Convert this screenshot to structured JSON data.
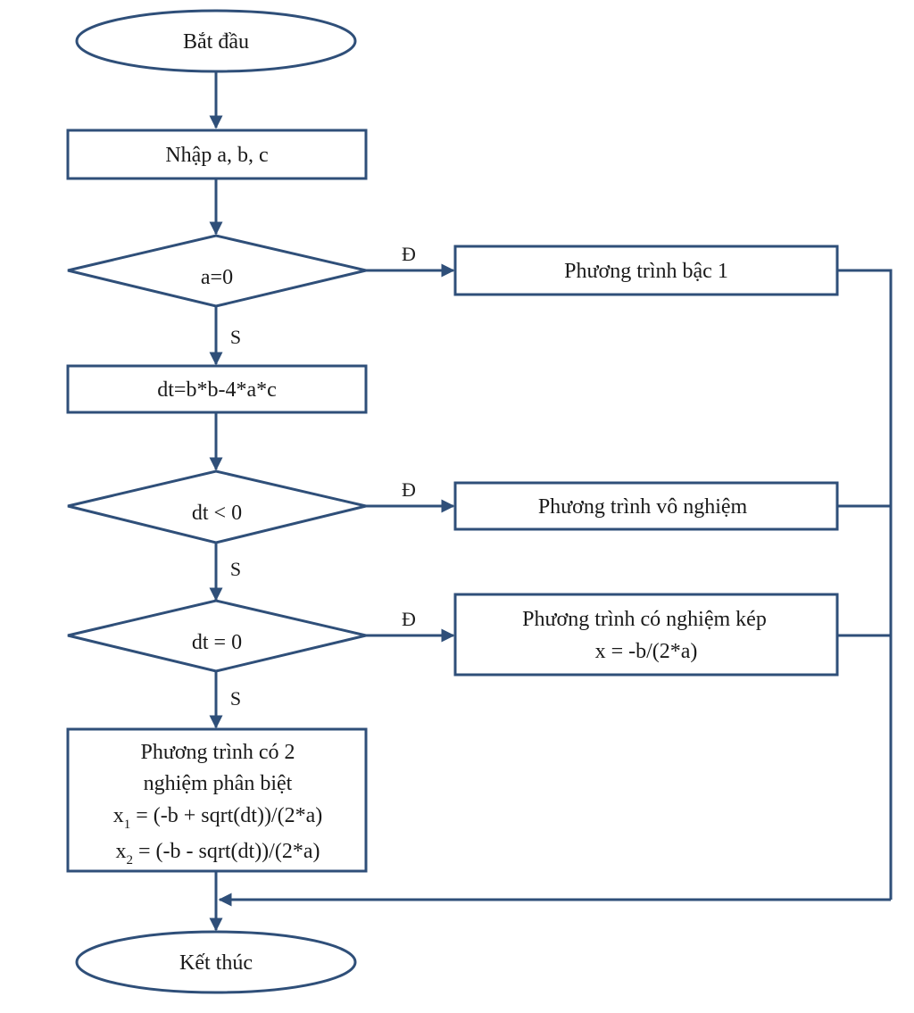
{
  "nodes": {
    "start": "Bắt đầu",
    "input": "Nhập a, b, c",
    "cond_a": "a=0",
    "linear": "Phương trình bậc 1",
    "disc": "dt=b*b-4*a*c",
    "cond_lt": "dt < 0",
    "no_root": "Phương trình vô nghiệm",
    "cond_eq": "dt = 0",
    "double_root": {
      "line1": "Phương trình có nghiệm kép",
      "line2": "x = -b/(2*a)"
    },
    "two_roots": {
      "line1": "Phương trình có 2",
      "line2": "nghiệm phân biệt",
      "x1_var": "x",
      "x1_sub": "1",
      "x1_expr": " = (-b + sqrt(dt))/(2*a)",
      "x2_var": "x",
      "x2_sub": "2",
      "x2_expr": " = (-b - sqrt(dt))/(2*a)"
    },
    "end": "Kết thúc"
  },
  "branch_labels": {
    "yes": "Đ",
    "no": "S"
  },
  "colors": {
    "stroke": "#2f4f79",
    "text": "#1a1a1a",
    "background": "#ffffff"
  }
}
